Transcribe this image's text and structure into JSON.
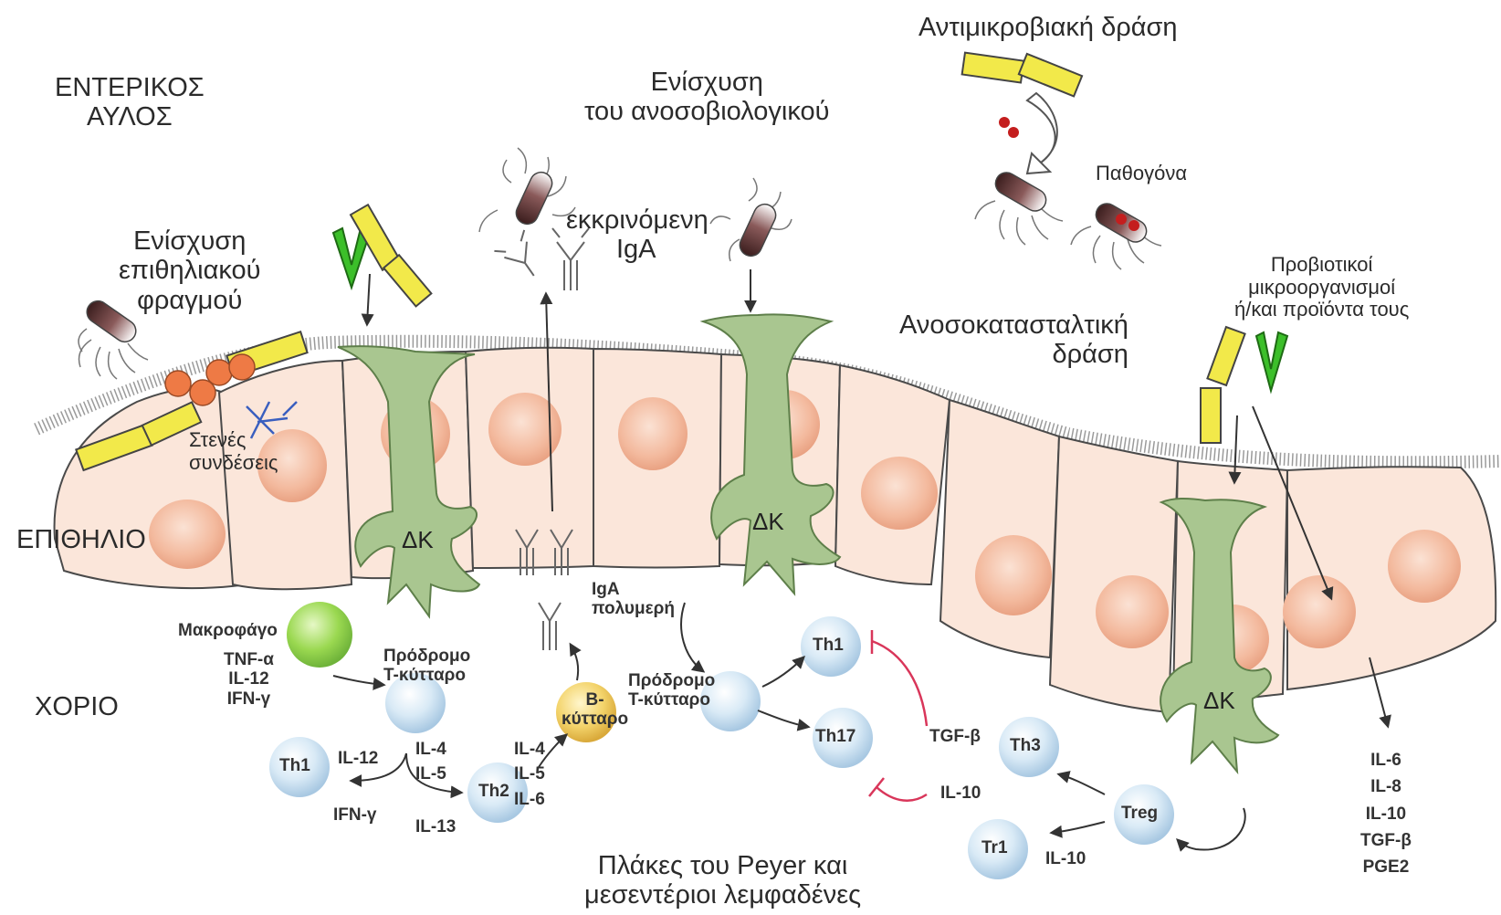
{
  "regions": {
    "lumen": [
      "ΕΝΤΕΡΙΚΟΣ",
      "ΑΥΛΟΣ"
    ],
    "epithelium": "ΕΠΙΘΗΛΙΟ",
    "lamina": "ΧΟΡΙΟ"
  },
  "headings": {
    "barrier": [
      "Ενίσχυση",
      "επιθηλιακού",
      "φραγμού"
    ],
    "immune": [
      "Ενίσχυση",
      "του ανοσοβιολογικού"
    ],
    "antimicrobial": "Αντιμικροβιακή δράση",
    "immunosuppressive": [
      "Ανοσοκατασταλτική",
      "δράση"
    ],
    "peyer": [
      "Πλάκες του Peyer και",
      "μεσεντέριοι λεμφαδένες"
    ]
  },
  "labels": {
    "secreted_iga": [
      "εκκρινόμενη",
      "IgA"
    ],
    "pathogens": "Παθογόνα",
    "probiotics": [
      "Προβιοτικοί",
      "μικροοργανισμοί",
      "ή/και προϊόντα τους"
    ],
    "tight_junctions": [
      "Στενές",
      "συνδέσεις"
    ],
    "dc": "ΔΚ",
    "macrophage": "Μακροφάγο",
    "macrophage_cytokines": [
      "TNF-α",
      "IL-12",
      "IFN-γ"
    ],
    "precursor_t": [
      "Πρόδρομο",
      "Τ-κύτταρο"
    ],
    "b_cell": [
      "Β-",
      "κύτταρο"
    ],
    "iga_polymer": [
      "IgA",
      "πολυμερή"
    ],
    "th1": "Th1",
    "th2": "Th2",
    "th17": "Th17",
    "th3": "Th3",
    "treg": "Treg",
    "tr1": "Tr1",
    "il12": "IL-12",
    "ifng": "IFN-γ",
    "th2_cytokines_top": [
      "IL-4",
      "IL-5"
    ],
    "il13": "IL-13",
    "b_cytokines": [
      "IL-4",
      "IL-5",
      "IL-6"
    ],
    "tgfb": "TGF-β",
    "il10": "IL-10",
    "output_cytokines": [
      "IL-6",
      "IL-8",
      "IL-10",
      "TGF-β",
      "PGE2"
    ]
  },
  "colors": {
    "probiotic_yellow": "#f2e94a",
    "probiotic_green": "#3cbf2a",
    "dendritic_green": "#a9c690",
    "epithelial_fill": "#fbe6da",
    "nucleus": "#f2b79a",
    "tcell_blue": "#cfe4f4",
    "inhibit_red": "#d9365a",
    "bead_orange": "#ee7a45",
    "b_cell_yellow": "#f3d36a",
    "macrophage_green": "#9ad850"
  }
}
